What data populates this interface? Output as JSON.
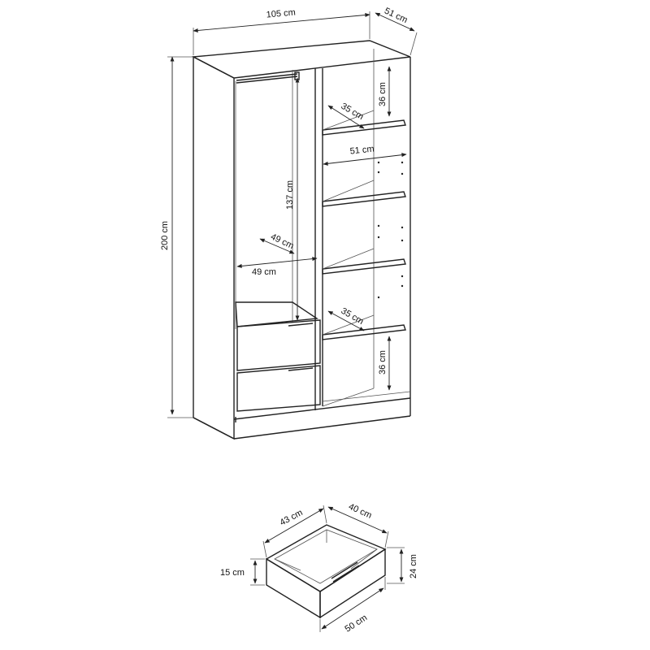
{
  "wardrobe": {
    "width_label": "105 cm",
    "depth_label": "51 cm",
    "height_label": "200 cm",
    "top_shelf_height_label": "36 cm",
    "top_shelf_depth_label": "35 cm",
    "inner_width_label": "51 cm",
    "rail_height_label": "137 cm",
    "hang_depth_label": "49 cm",
    "hang_width_label": "49 cm",
    "lower_shelf_depth_label": "35 cm",
    "bottom_shelf_height_label": "36 cm"
  },
  "drawer": {
    "depth_label": "43 cm",
    "width_label": "40 cm",
    "front_height_label": "15 cm",
    "total_height_label": "24 cm",
    "front_width_label": "50 cm"
  }
}
